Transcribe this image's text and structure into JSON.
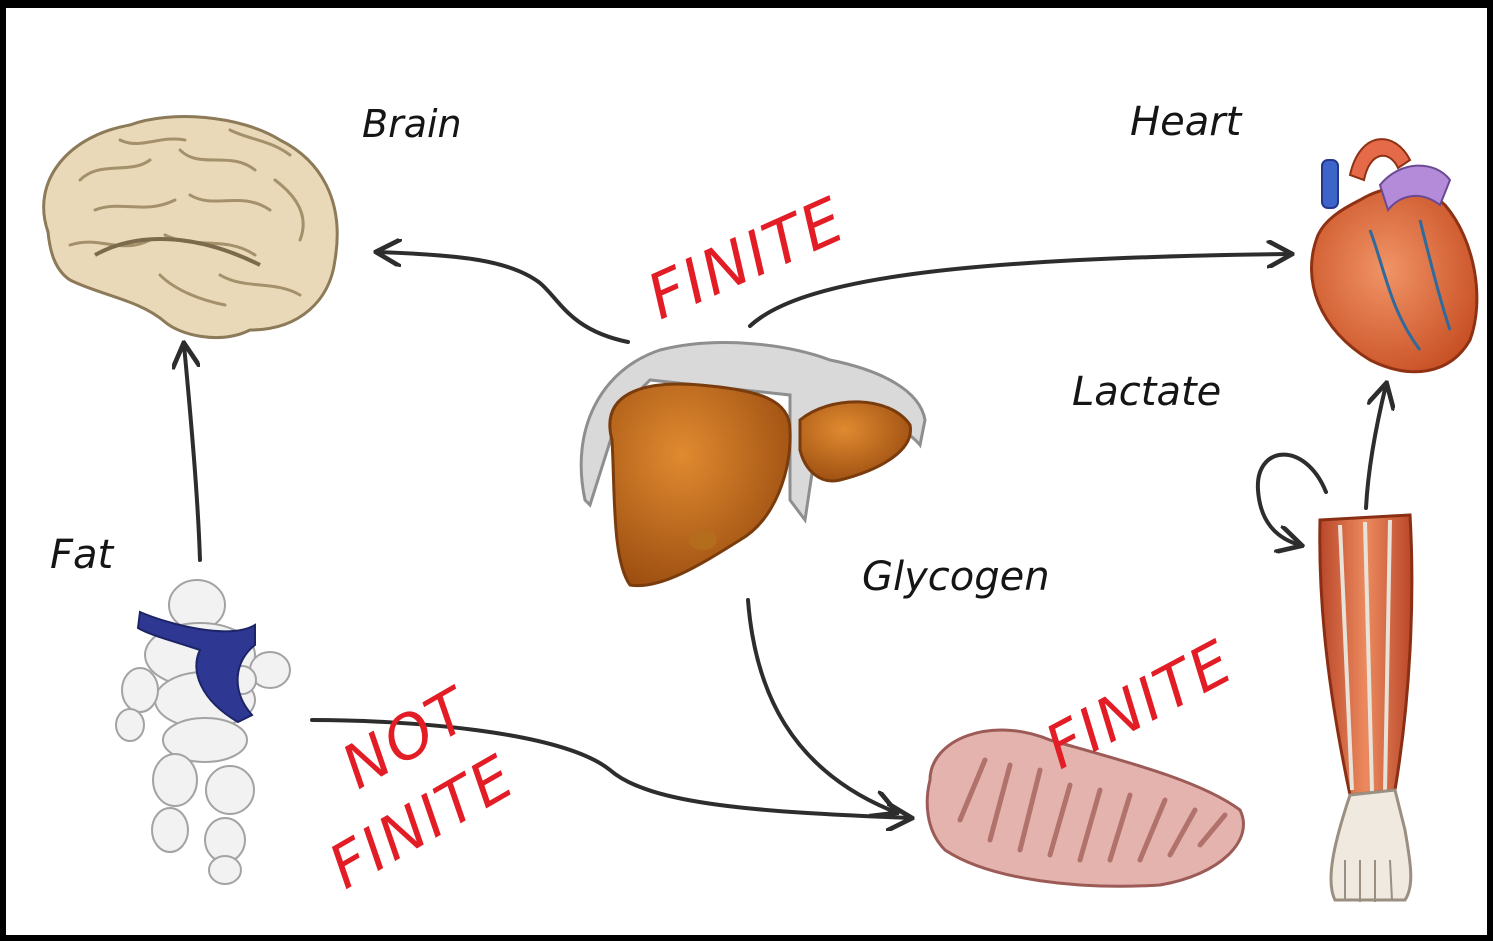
{
  "nodes": {
    "brain": {
      "label": "Brain",
      "icon": "brain-icon"
    },
    "heart": {
      "label": "Heart",
      "icon": "heart-icon"
    },
    "lactate": {
      "label": "Lactate"
    },
    "fat": {
      "label": "Fat",
      "icon": "bibendum-runner-icon"
    },
    "glycogen": {
      "label": "Glycogen",
      "icon": "liver-icon"
    },
    "mitochondrion": {
      "icon": "mitochondrion-icon"
    },
    "muscle": {
      "icon": "leg-muscle-icon"
    }
  },
  "stamps": {
    "liver": "FINITE",
    "fat_line1": "NOT",
    "fat_line2": "FINITE",
    "muscle": "FINITE"
  },
  "colors": {
    "stamp_red": "#e21d26",
    "ink": "#151515",
    "liver": "#c36a1a",
    "brain": "#ead9b8",
    "heart": "#e3693c",
    "muscle": "#d9653c",
    "mitochondrion": "#d9a29e"
  }
}
